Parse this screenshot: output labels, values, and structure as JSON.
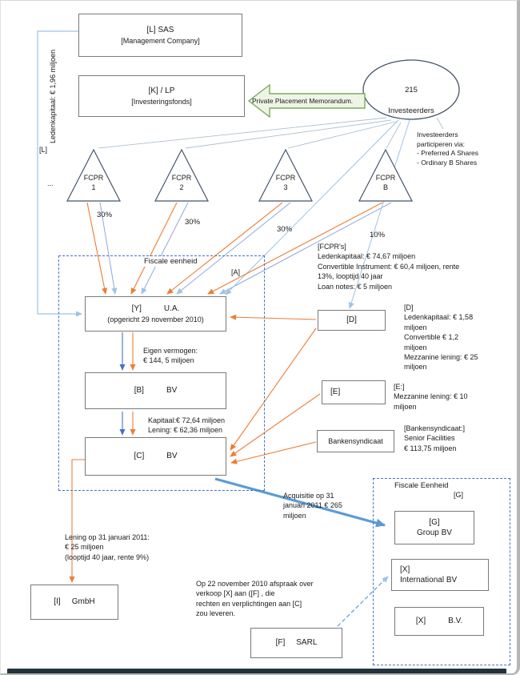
{
  "colors": {
    "orange": "#ED7D31",
    "blue": "#4472C4",
    "accent_blue": "#5B9BD5",
    "light_blue": "#9DC3E6",
    "green": "#70AD47"
  },
  "nodes": {
    "sas": {
      "title": "[L] SAS",
      "subtitle": "[Management Company]"
    },
    "k": {
      "title": "[K] / LP",
      "subtitle": "[Investeringsfonds]"
    },
    "investors": {
      "count": "215",
      "label": "Investeerders"
    },
    "fcpr": [
      {
        "label": "FCPR",
        "num": "1",
        "pct": "30%"
      },
      {
        "label": "FCPR",
        "num": "2",
        "pct": "30%"
      },
      {
        "label": "FCPR",
        "num": "3",
        "pct": "30%"
      },
      {
        "label": "FCPR",
        "num": "B",
        "pct": "10%"
      }
    ],
    "y": {
      "tag": "[Y]",
      "name": "U.A.",
      "subtitle": "(opgericht 29 november 2010)"
    },
    "b": {
      "tag": "[B]",
      "name": "BV"
    },
    "c": {
      "tag": "[C]",
      "name": "BV"
    },
    "d": {
      "tag": "[D]"
    },
    "e": {
      "tag": "[E]"
    },
    "banken": {
      "label": "Bankensyndicaat"
    },
    "g": {
      "tag": "[G]",
      "name": "Group BV"
    },
    "x_int": {
      "tag": "[X]",
      "name": "International BV"
    },
    "x_bv": {
      "tag": "[X]",
      "name": "B.V."
    },
    "i": {
      "tag": "[I]",
      "name": "GmbH"
    },
    "f": {
      "tag": "[F]",
      "name": "SARL"
    }
  },
  "groups": {
    "a": {
      "title": "Fiscale eenheid",
      "tag": "[A]"
    },
    "g": {
      "title": "Fiscale Eenheid",
      "tag": "[G]"
    }
  },
  "annotations": {
    "ledenkapitaal_l": "Ledenkapitaal: € 1,96 miljoen",
    "l_tag": "[L]",
    "ppm": "Private Placement Memorandum.",
    "invest_via": "Investeerders\nparticiperen via:\n- Preferred A Shares\n- Ordinary B Shares",
    "fcpr_info": "[FCPR's]\nLedenkapitaal: € 74,67 miljoen\nConvertible Instrument: € 60,4 miljoen, rente\n13%, looptijd 40 jaar\nLoan notes: € 5 miljoen",
    "eigen_vermogen": "Eigen vermogen:\n€ 144, 5 miljoen",
    "kapitaal_lening": "Kapitaal:€ 72,64 miljoen\nLening: € 62,36 miljoen",
    "d_info": "[D]\nLedenkapitaal: € 1,58\nmiljoen\nConvertible € 1,2\nmiljoen\nMezzanine lening: € 25\nmiljoen",
    "e_info": "[E:]\nMezzanine lening: € 10\nmiljoen",
    "banken_info": "[Bankensyndicaat:]\nSenior Facilities\n€ 113,75 miljoen",
    "acquisitie": "Acquisitie op 31\njanuari 2011 € 265\nmiljoen",
    "lening_gmbh": "Lening op 31 januari 2011:\n€ 25 miljoen\n(looptijd 40 jaar, rente 9%)",
    "verkoop": "Op 22 november 2010 afspraak over\nverkoop [X] aan ([F] , die\nrechten en verplichtingen aan [C]\nzou leveren.",
    "dots": "..."
  }
}
